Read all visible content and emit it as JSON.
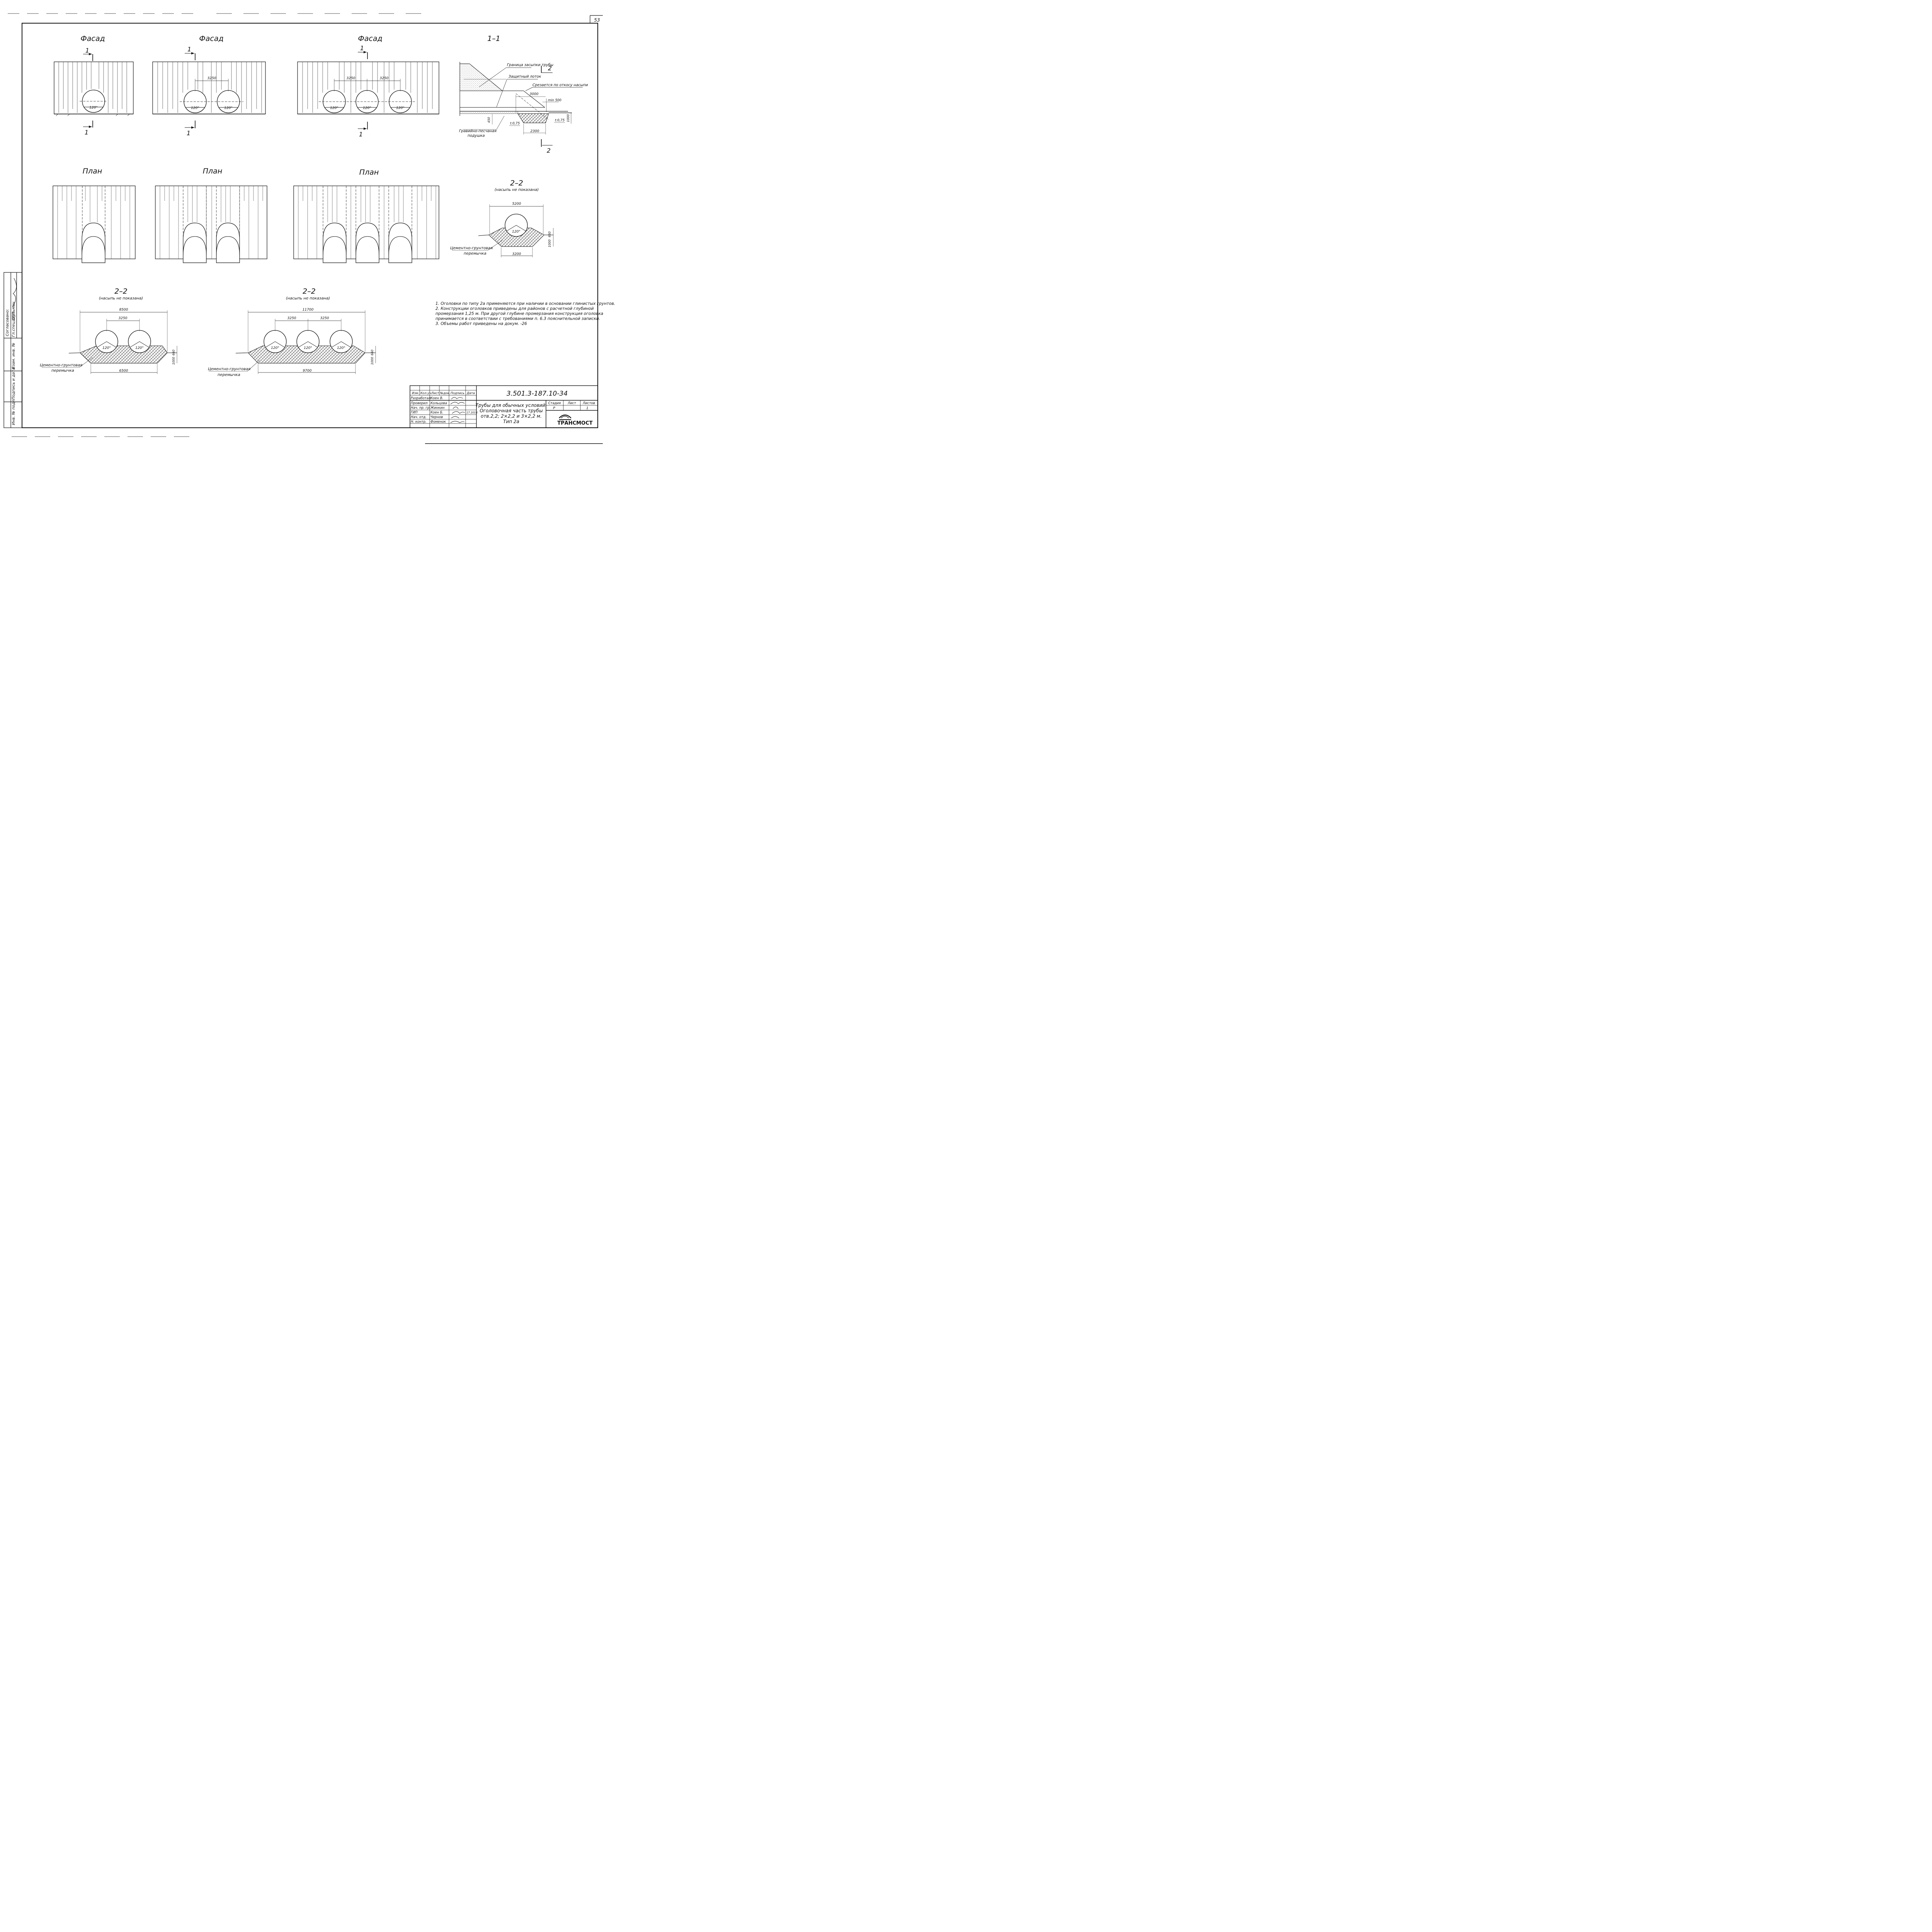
{
  "sheet_number": "53",
  "titles": {
    "facade": "Фасад",
    "plan": "План",
    "section_1_1": "1–1",
    "section_2_2": "2–2",
    "fill_not_shown": "(насыпь не показана)",
    "cut_mark_1": "1",
    "cut_mark_2": "2"
  },
  "dims": {
    "spacing": "3250",
    "angle": "120°",
    "w8500": "8500",
    "w6500": "6500",
    "w11700": "11700",
    "w9700": "9700",
    "w5200": "5200",
    "w3200": "3200",
    "d3000": "3000",
    "min500": "min 500",
    "d450": "450",
    "d2300": "2300",
    "d1000": "1000",
    "d660": "660",
    "thk075": "t:0,75"
  },
  "labels": {
    "fill_boundary": "Граница засыпки трубы",
    "protective_tray": "Защитный лоток",
    "cut_slope": "Срезается по откосу насыпи",
    "gravel_cushion_1": "Гравийно-песчаная",
    "gravel_cushion_2": "подушка",
    "cement_plug_1": "Цементно-грунтовая",
    "cement_plug_2": "перемычка"
  },
  "notes": [
    "1. Оголовки по типу 2а применяются при наличии в основании глинистых грунтов.",
    "2. Конструкции оголовков приведены для районов с расчетной глубиной",
    "промерзания 1,25 м. При другой глубине промерзания конструкция оголовка",
    "принимается в соответствии с требованиями п. 6.3 пояснительной записки.",
    "3. Объемы работ приведены на докум. -26"
  ],
  "side_stamp": {
    "agreed": "Согласовано:",
    "position": "Гл.спец.ОТП",
    "person": "Шульман",
    "inv_swap": "Взам. инв. №",
    "sign_date": "Подпись и дата",
    "inv_orig": "Инв. № подл."
  },
  "title_block": {
    "doc_code": "3.501.3-187.10-34",
    "headers": [
      "Изм.",
      "Кол.уч.",
      "Лист",
      "№док.",
      "Подпись",
      "Дата"
    ],
    "rows": [
      {
        "role": "Разработал",
        "name": "Коен В."
      },
      {
        "role": "Проверил",
        "name": "Кольцова"
      },
      {
        "role": "Нач. пр. гр.",
        "name": "Жинкин"
      },
      {
        "role": "ГИП",
        "name": "Коен Б."
      },
      {
        "role": "Нач. отд.",
        "name": "Чернов"
      },
      {
        "role": "Н. контр.",
        "name": "Фоменок"
      }
    ],
    "date": "17.2016",
    "title_lines": [
      "Трубы для обычных условий.",
      "Оголовочная часть трубы",
      "отв.2,2; 2×2,2 и 3×2,2 м.",
      "Тип 2а"
    ],
    "stage_header": "Стадия",
    "sheet_header": "Лист",
    "sheets_header": "Листов",
    "stage": "Р",
    "sheets": "1",
    "company": "ТРАНСМОСТ"
  }
}
